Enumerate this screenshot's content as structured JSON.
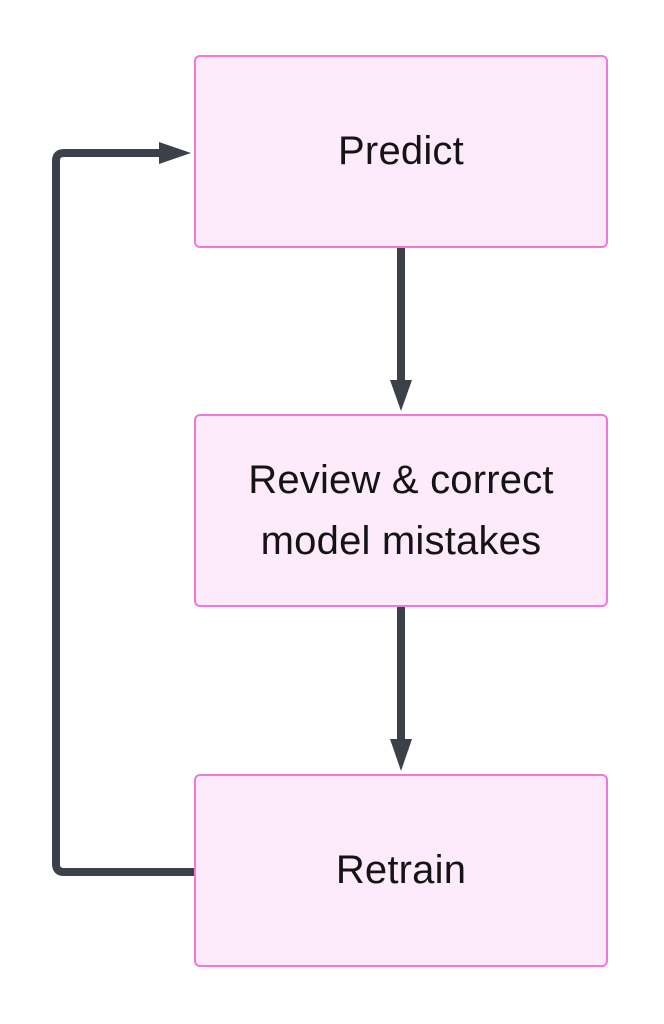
{
  "diagram": {
    "nodes": [
      {
        "id": "predict",
        "label": "Predict"
      },
      {
        "id": "review",
        "label": "Review & correct\nmodel mistakes"
      },
      {
        "id": "retrain",
        "label": "Retrain"
      }
    ],
    "edges": [
      {
        "from": "predict",
        "to": "review"
      },
      {
        "from": "review",
        "to": "retrain"
      },
      {
        "from": "retrain",
        "to": "predict"
      }
    ]
  },
  "colors": {
    "node_fill": "#fdeafb",
    "node_border": "#f178d6",
    "edge": "#3c4049",
    "text": "#141414"
  }
}
